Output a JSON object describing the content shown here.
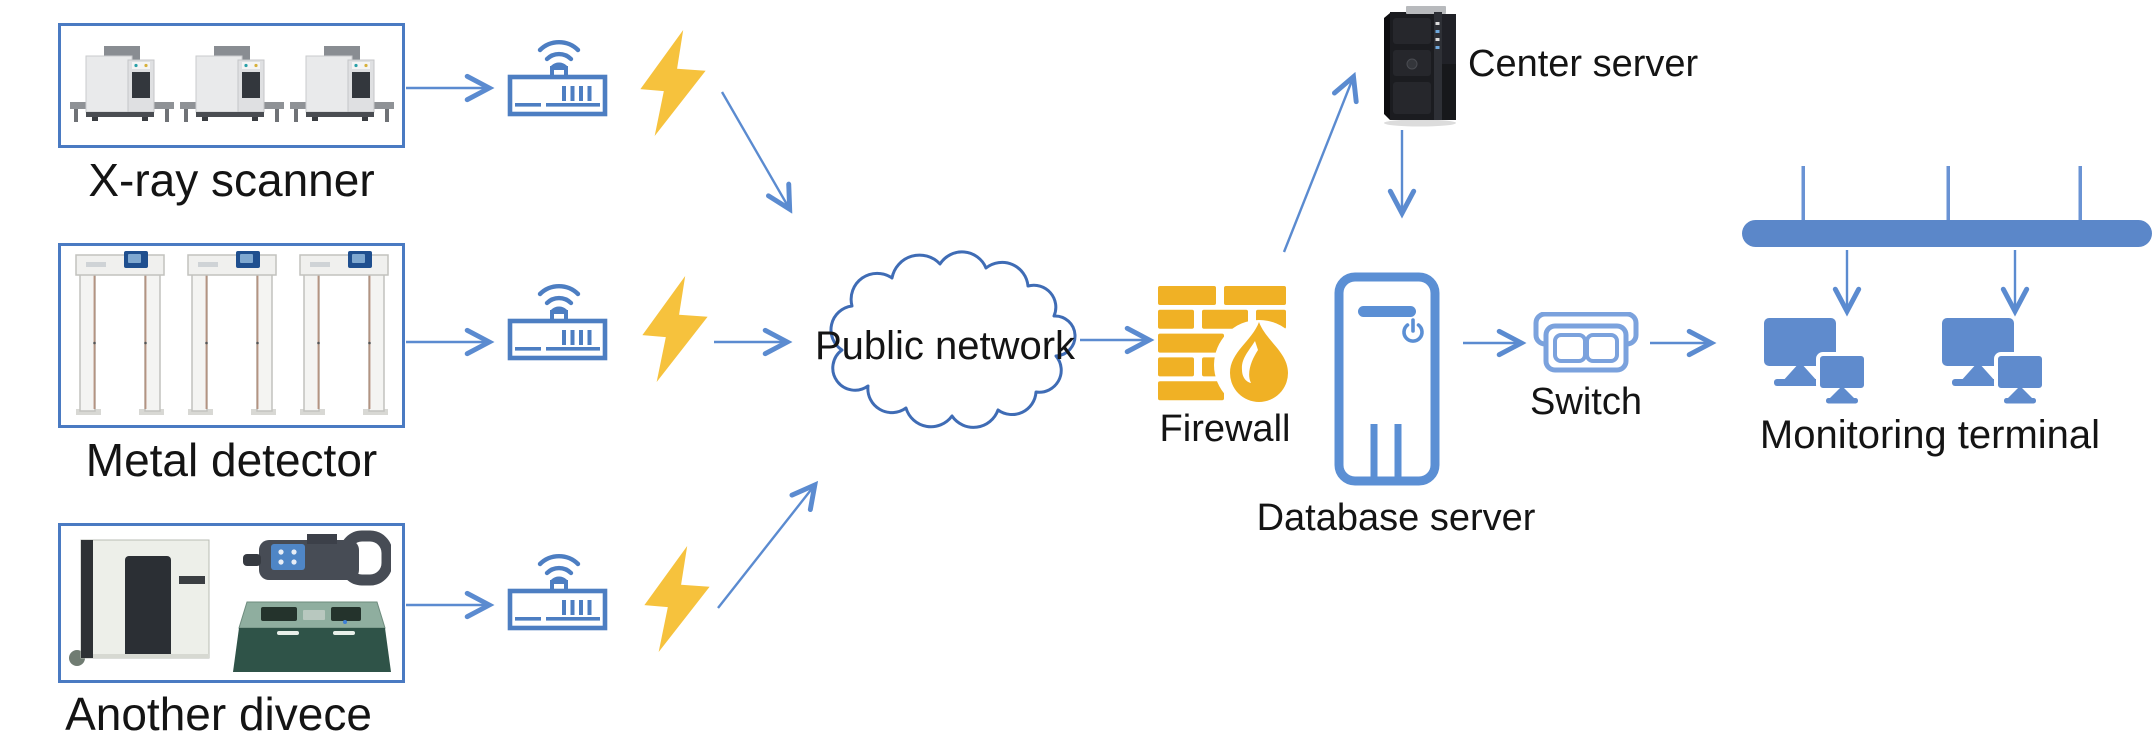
{
  "diagram": {
    "nodes": {
      "xray": {
        "label": "X-ray scanner"
      },
      "metal_detector": {
        "label": "Metal detector"
      },
      "another_device": {
        "label": "Another divece"
      },
      "public_network": {
        "label": "Public network"
      },
      "firewall": {
        "label": "Firewall"
      },
      "center_server": {
        "label": "Center server"
      },
      "database_server": {
        "label": "Database server"
      },
      "switch": {
        "label": "Switch"
      },
      "monitoring_terminal": {
        "label": "Monitoring terminal"
      }
    },
    "colors": {
      "connector_blue": "#5b8bd0",
      "outline_blue": "#4d7ec2",
      "cloud_outline_blue": "#3f6cb5",
      "solid_blue": "#5b87c9",
      "switch_blue": "#7ba2dd",
      "server_outline_blue": "#5b8fd4",
      "lightning_yellow": "#f6c23d",
      "firewall_yellow": "#f0b125",
      "label_color": "#141414"
    }
  }
}
